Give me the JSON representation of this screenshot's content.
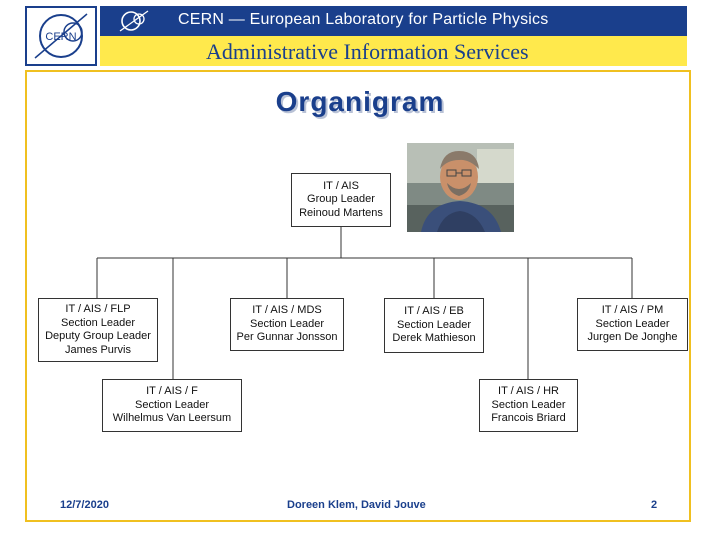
{
  "header": {
    "lab_line": "CERN  —  European Laboratory for Particle Physics",
    "services_line": "Administrative Information Services",
    "logo_text": "CERN"
  },
  "title": "Organigram",
  "root": {
    "lines": [
      "IT / AIS",
      "Group Leader",
      "Reinoud Martens"
    ]
  },
  "sections": [
    {
      "key": "flp",
      "lines": [
        "IT / AIS / FLP",
        "Section Leader",
        "Deputy Group Leader",
        "James Purvis"
      ]
    },
    {
      "key": "f",
      "lines": [
        "IT / AIS / F",
        "Section Leader",
        "Wilhelmus Van Leersum"
      ]
    },
    {
      "key": "mds",
      "lines": [
        "IT / AIS / MDS",
        "Section Leader",
        "Per Gunnar Jonsson"
      ]
    },
    {
      "key": "eb",
      "lines": [
        "IT / AIS / EB",
        "Section Leader",
        "Derek Mathieson"
      ]
    },
    {
      "key": "hr",
      "lines": [
        "IT / AIS / HR",
        "Section Leader",
        "Francois Briard"
      ]
    },
    {
      "key": "pm",
      "lines": [
        "IT / AIS / PM",
        "Section Leader",
        "Jurgen De Jonghe"
      ]
    }
  ],
  "footer": {
    "date": "12/7/2020",
    "authors": "Doreen Klem, David Jouve",
    "page": "2"
  },
  "colors": {
    "brand_blue": "#1a3f8c",
    "brand_yellow": "#ffe94c",
    "frame": "#f0c020"
  }
}
